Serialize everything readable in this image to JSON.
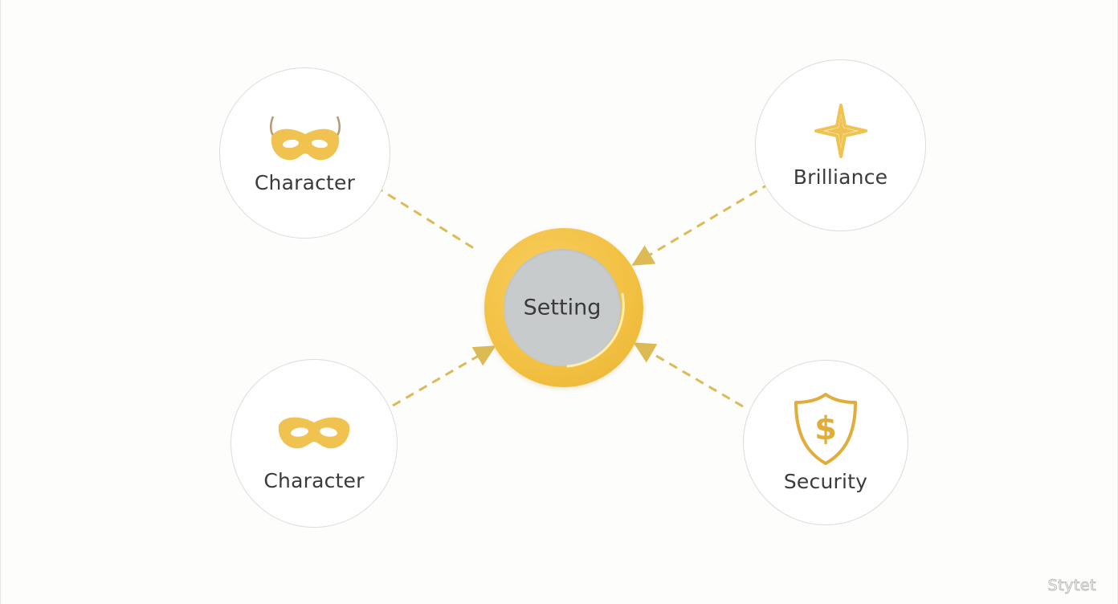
{
  "center": {
    "label": "Setting"
  },
  "nodes": {
    "top_left": {
      "label": "Character",
      "icon": "mask-icon"
    },
    "top_right": {
      "label": "Brilliance",
      "icon": "sparkle-icon"
    },
    "bottom_left": {
      "label": "Character",
      "icon": "mask-icon"
    },
    "bottom_right": {
      "label": "Security",
      "icon": "shield-dollar-icon"
    }
  },
  "watermark": "Stytet",
  "colors": {
    "accent": "#f2c042",
    "icon": "#f0c24f",
    "connector": "#dcbb55",
    "node_border": "#dcdcdc",
    "hub_inner": "#c7cbcc",
    "text": "#3b3b3b"
  }
}
